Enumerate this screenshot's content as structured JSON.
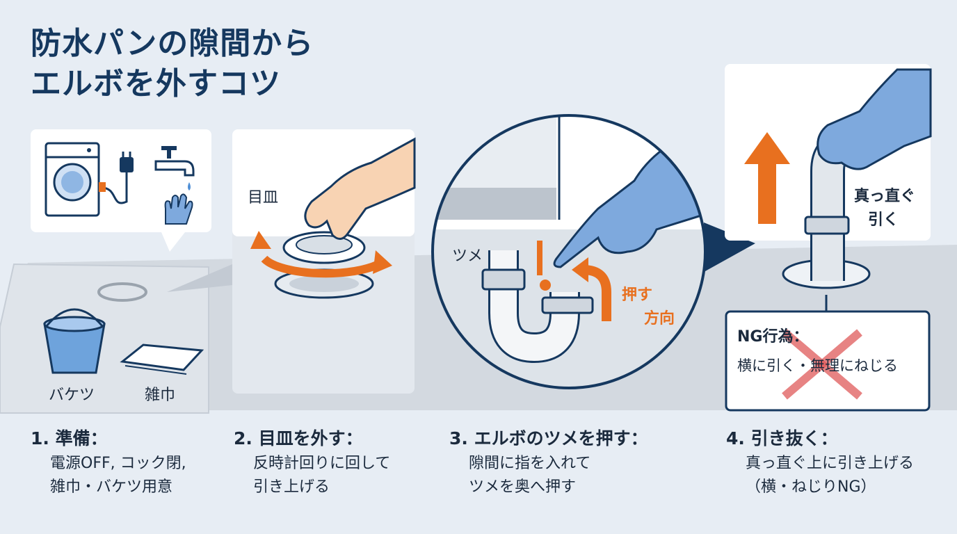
{
  "title": {
    "line1": "防水パンの隙間から",
    "line2": "エルボを外すコツ"
  },
  "panel1": {
    "bucket_label": "バケツ",
    "cloth_label": "雑巾"
  },
  "panel2": {
    "trap_cover_label": "目皿"
  },
  "panel3": {
    "claw_label": "ツメ",
    "push_label": "押す",
    "direction_label": "方向"
  },
  "panel4": {
    "pull_label_line1": "真っ直ぐ",
    "pull_label_line2": "引く"
  },
  "ng": {
    "title": "NG行為：",
    "text": "横に引く・無理にねじる"
  },
  "steps": [
    {
      "head": "1. 準備：",
      "line1": "電源OFF, コック閉,",
      "line2": "雑巾・バケツ用意"
    },
    {
      "head": "2. 目皿を外す：",
      "line1": "反時計回りに回して",
      "line2": "引き上げる"
    },
    {
      "head": "3. エルボのツメを押す：",
      "line1": "隙間に指を入れて",
      "line2": "ツメを奥へ押す"
    },
    {
      "head": "4. 引き抜く：",
      "line1": "真っ直ぐ上に引き上げる",
      "line2": "（横・ねじりNG）"
    }
  ],
  "colors": {
    "navy": "#15385f",
    "orange": "#e8701f",
    "glove": "#7ea9dd",
    "red_x": "#e05a5a"
  }
}
